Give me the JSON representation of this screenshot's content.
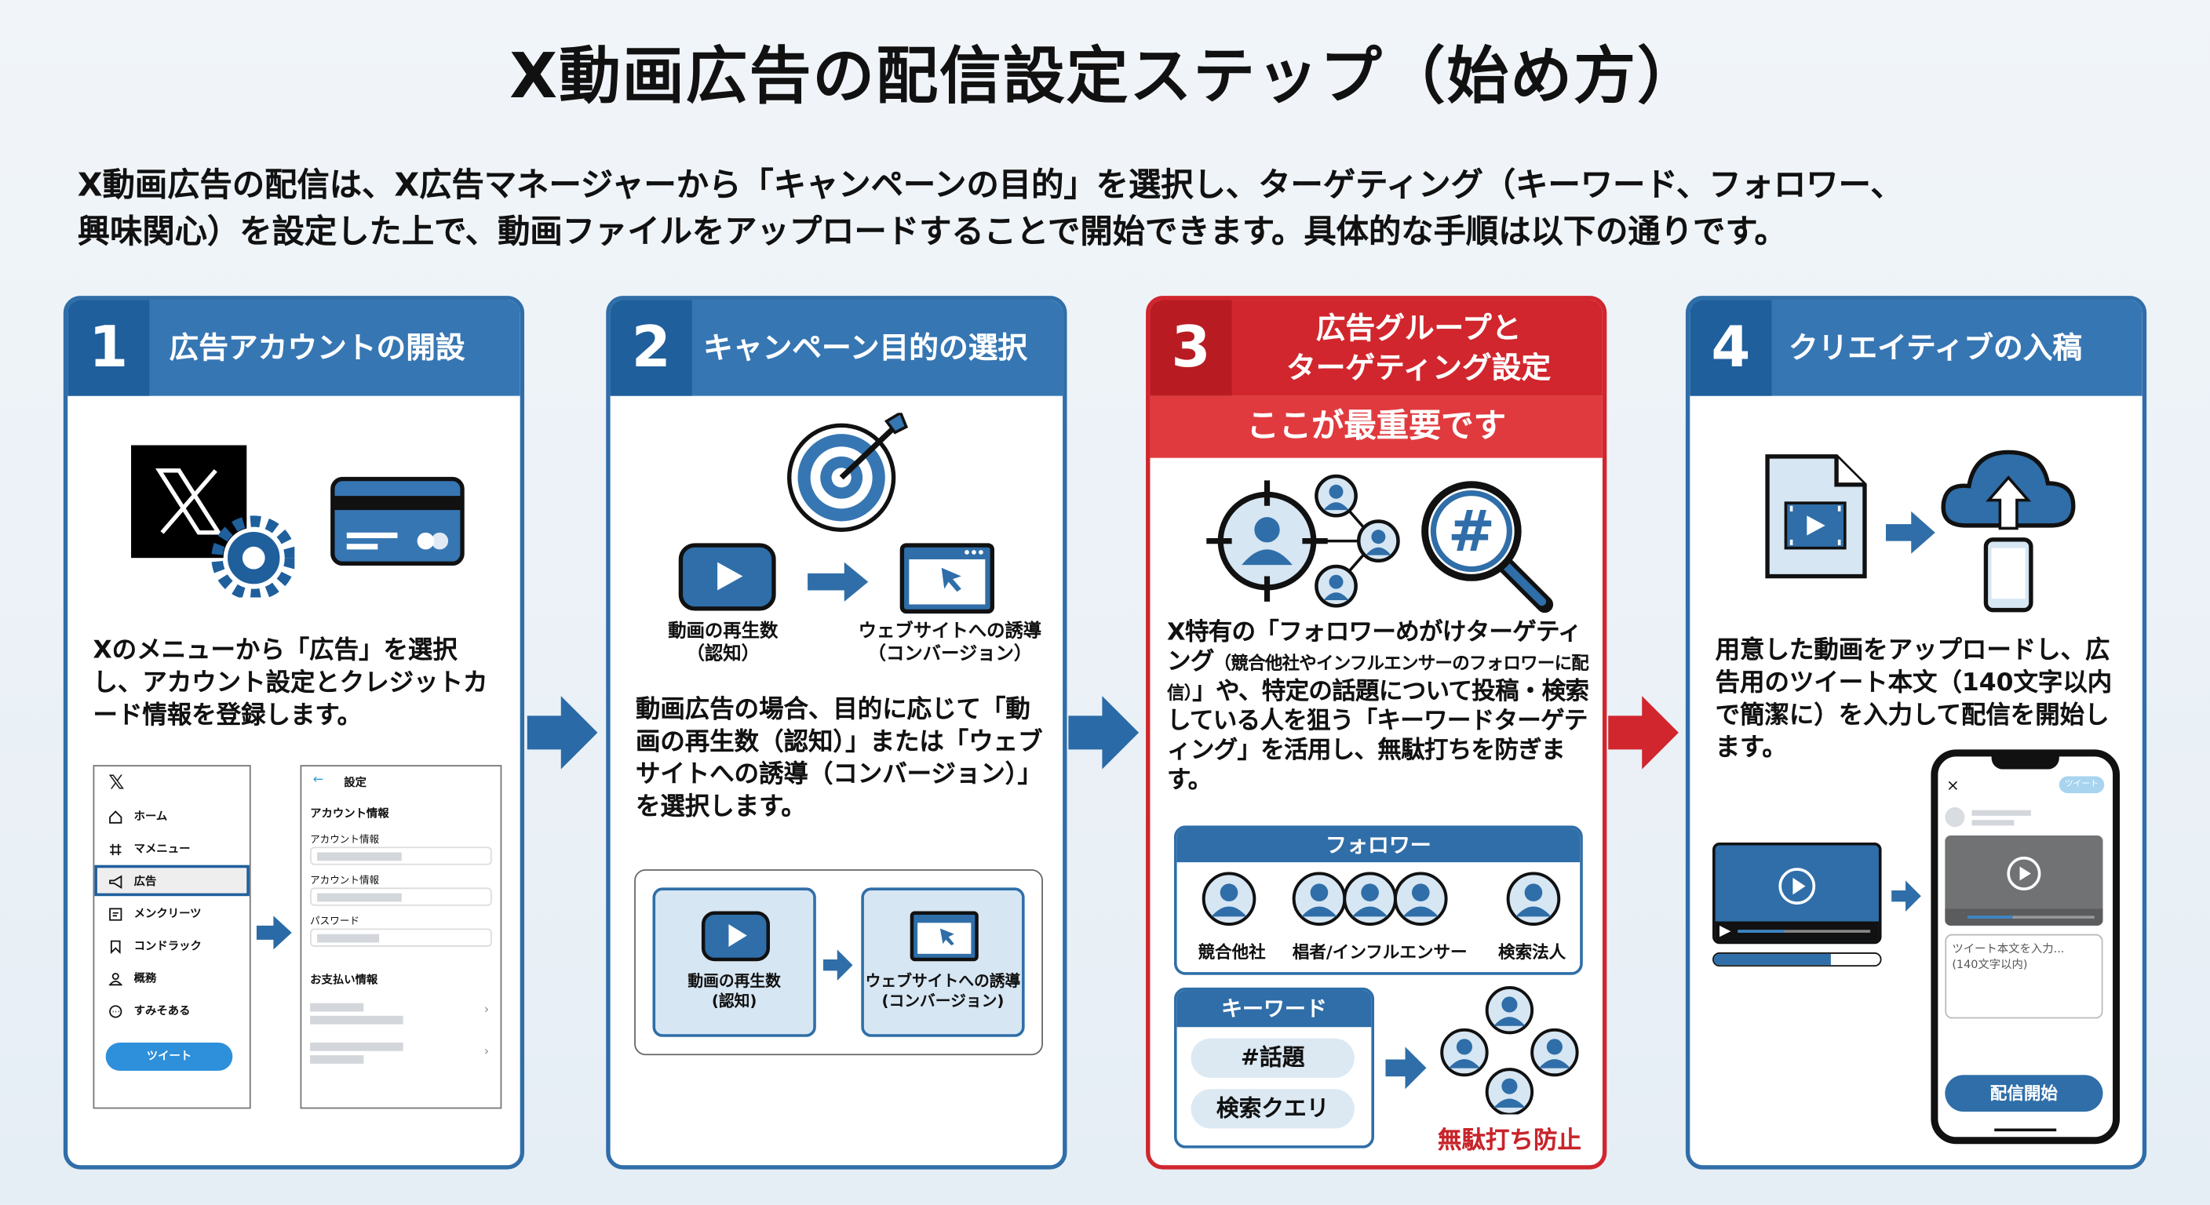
{
  "title": "X動画広告の配信設定ステップ（始め方）",
  "intro": [
    "X動画広告の配信は、X広告マネージャーから「キャンペーンの目的」を選択し、ターゲティング（キーワード、フォロワー、",
    "興味関心）を設定した上で、動画ファイルをアップロードすることで開始できます。具体的な手順は以下の通りです。"
  ],
  "colors": {
    "primary": "#3676b3",
    "primary_dark": "#1f5f9c",
    "accent_red": "#d1262d",
    "banner_red": "#e03a3e"
  },
  "steps": [
    {
      "number": "1",
      "title": "広告アカウントの開設",
      "icons": [
        "x-logo-gear-icon",
        "credit-card-icon"
      ],
      "body": "Xのメニューから「広告」を選択し、アカウント設定とクレジットカード情報を登録します。",
      "mock_menu": {
        "logo": "𝕏",
        "items": [
          {
            "icon": "home-icon",
            "label": "ホーム"
          },
          {
            "icon": "hash-icon",
            "label": "マメニュー"
          },
          {
            "icon": "megaphone-icon",
            "label": "広告",
            "selected": true
          },
          {
            "icon": "list-icon",
            "label": "メンクリーツ"
          },
          {
            "icon": "bookmark-icon",
            "label": "コンドラック"
          },
          {
            "icon": "person-icon",
            "label": "概務"
          },
          {
            "icon": "more-icon",
            "label": "すみそある"
          }
        ],
        "button": "ツイート"
      },
      "mock_settings": {
        "back": "←",
        "title": "設定",
        "section1": "アカウント情報",
        "fields": [
          "アカウント情報",
          "アカウント情報",
          "パスワード"
        ],
        "section2": "お支払い情報"
      }
    },
    {
      "number": "2",
      "title": "キャンペーン目的の選択",
      "icons": [
        "target-icon",
        "video-play-icon",
        "browser-cursor-icon"
      ],
      "objectives": [
        {
          "label": "動画の再生数",
          "sub": "（認知）"
        },
        {
          "label": "ウェブサイトへの誘導",
          "sub": "（コンバージョン）"
        }
      ],
      "body": "動画広告の場合、目的に応じて「動画の再生数（認知）」または「ウェブサイトへの誘導（コンバージョン）」を選択します。",
      "cards": [
        {
          "label": "動画の再生数",
          "sub": "(認知)"
        },
        {
          "label": "ウェブサイトへの誘導",
          "sub": "(コンバージョン)"
        }
      ]
    },
    {
      "number": "3",
      "title_lines": [
        "広告グループと",
        "ターゲティング設定"
      ],
      "banner": "ここが最重要です",
      "icons": [
        "target-person-icon",
        "network-people-icon",
        "hashtag-search-icon"
      ],
      "body_parts": [
        "X特有の「フォロワーめがけターゲティング",
        "（競合他社やインフルエンサーのフォロワーに配信）",
        "」や、特定の話題について投稿・検索している人を狙う「キーワードターゲティング」を活用し、無駄打ちを防ぎます。"
      ],
      "followers": {
        "title": "フォロワー",
        "labels": [
          "競合他社",
          "椙者/インフルエンサー",
          "検索法人"
        ]
      },
      "keywords": {
        "title": "キーワード",
        "items": [
          "#話題",
          "検索クエリ"
        ]
      },
      "result": "無駄打ち防止"
    },
    {
      "number": "4",
      "title": "クリエイティブの入稿",
      "icons": [
        "video-file-icon",
        "cloud-upload-phone-icon"
      ],
      "body": "用意した動画をアップロードし、広告用のツイート本文（140文字以内で簡潔に）を入力して配信を開始します。",
      "upload_progress": 0.7,
      "video_progress": 0.35,
      "phone": {
        "close": "×",
        "tweet_button": "ツイート",
        "placeholder": [
          "ツイート本文を入力...",
          "(140文字以内)"
        ],
        "submit": "配信開始",
        "video_progress": 0.35
      }
    }
  ]
}
